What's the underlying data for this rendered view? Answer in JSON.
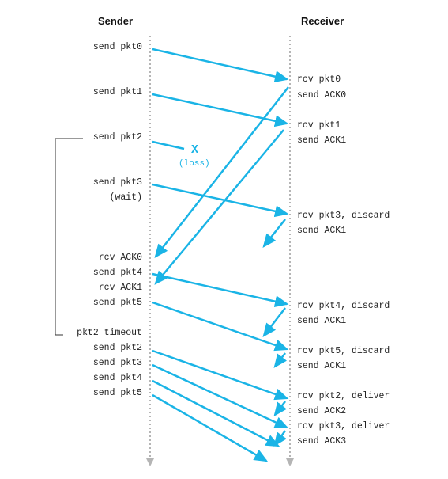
{
  "headers": {
    "sender": "Sender",
    "receiver": "Receiver"
  },
  "sender_labels": [
    "send pkt0",
    "send pkt1",
    "send pkt2",
    "send pkt3",
    "(wait)",
    "rcv ACK0",
    "send pkt4",
    "rcv ACK1",
    "send pkt5",
    "pkt2 timeout",
    "send pkt2",
    "send pkt3",
    "send pkt4",
    "send pkt5"
  ],
  "receiver_labels": [
    "rcv pkt0",
    "send ACK0",
    "rcv pkt1",
    "send ACK1",
    "rcv pkt3, discard",
    "send ACK1",
    "rcv pkt4, discard",
    "send ACK1",
    "rcv pkt5, discard",
    "send ACK1",
    "rcv pkt2, deliver",
    "send ACK2",
    "rcv pkt3, deliver",
    "send ACK3"
  ],
  "loss": {
    "mark": "X",
    "note": "(loss)"
  },
  "colors": {
    "arrow": "#1ab4e6",
    "timeline": "#b5b5b5",
    "bracket": "#333333"
  }
}
